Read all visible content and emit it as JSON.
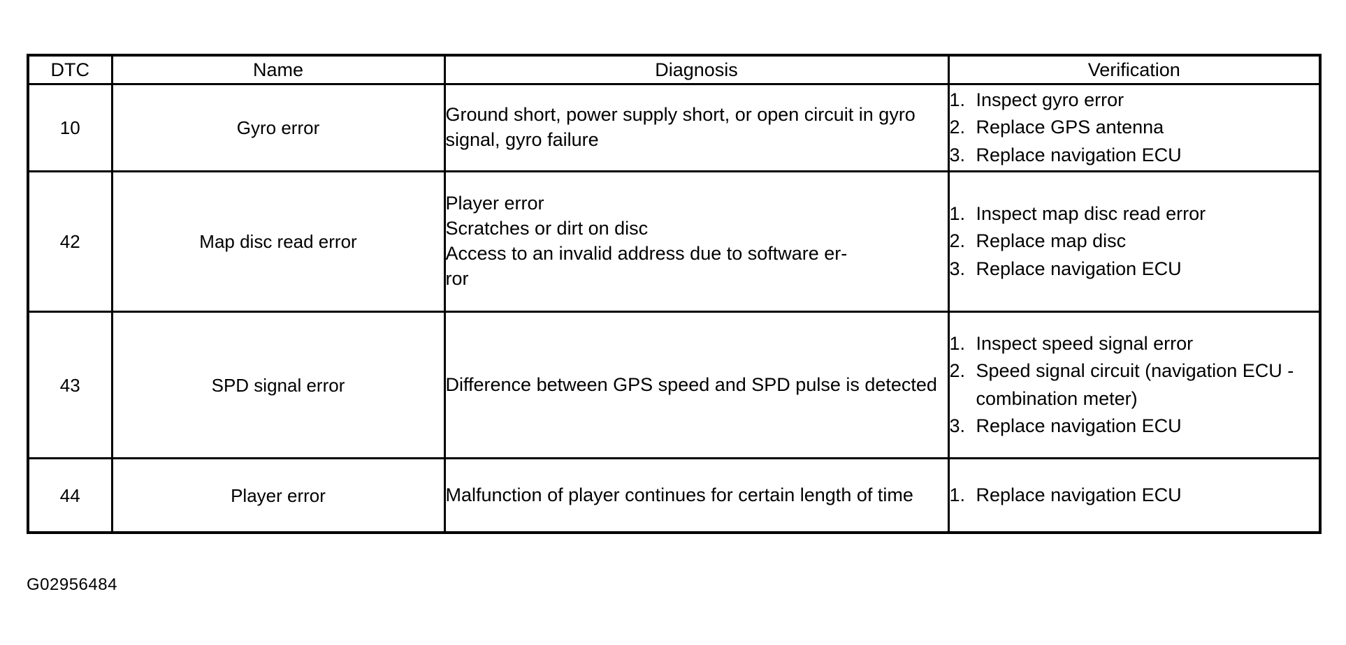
{
  "document": {
    "figure_caption": "G02956484"
  },
  "table": {
    "columns": [
      {
        "key": "dtc",
        "label": "DTC"
      },
      {
        "key": "name",
        "label": "Name"
      },
      {
        "key": "diagnosis",
        "label": "Diagnosis"
      },
      {
        "key": "verification",
        "label": "Verification"
      }
    ],
    "rows": [
      {
        "dtc": "10",
        "name": "Gyro error",
        "diagnosis": "Ground short, power supply short, or open circuit in gyro signal, gyro failure",
        "verification": [
          {
            "num": "1.",
            "text": "Inspect gyro error"
          },
          {
            "num": "2.",
            "text": "Replace GPS antenna"
          },
          {
            "num": "3.",
            "text": "Replace navigation ECU"
          }
        ]
      },
      {
        "dtc": "42",
        "name": "Map disc read error",
        "diagnosis": "Player error\nScratches or dirt on disc\nAccess to an invalid address due to software er-\nror",
        "verification": [
          {
            "num": "1.",
            "text": "Inspect map disc read error"
          },
          {
            "num": "2.",
            "text": "Replace map disc"
          },
          {
            "num": "3.",
            "text": "Replace navigation ECU"
          }
        ]
      },
      {
        "dtc": "43",
        "name": "SPD signal error",
        "diagnosis": "Difference between GPS speed and SPD pulse is detected",
        "verification": [
          {
            "num": "1.",
            "text": "Inspect speed signal error"
          },
          {
            "num": "2.",
            "text": "Speed signal circuit (navigation ECU - combination meter)"
          },
          {
            "num": "3.",
            "text": "Replace navigation ECU"
          }
        ]
      },
      {
        "dtc": "44",
        "name": "Player error",
        "diagnosis": "Malfunction of player continues for certain length of time",
        "verification": [
          {
            "num": "1.",
            "text": "Replace navigation ECU"
          }
        ]
      }
    ]
  }
}
